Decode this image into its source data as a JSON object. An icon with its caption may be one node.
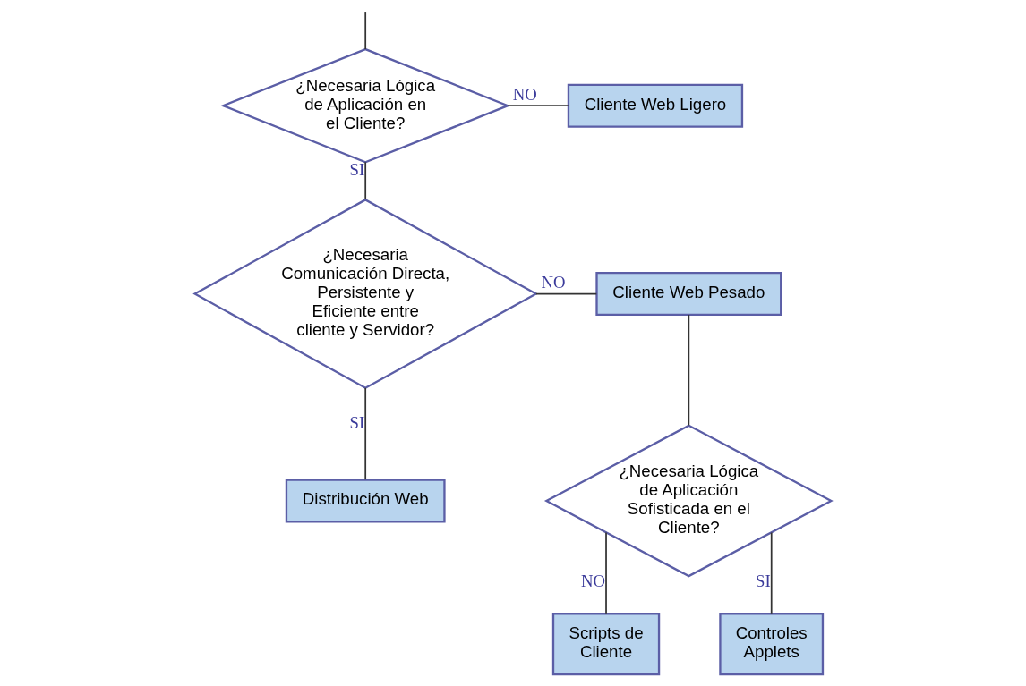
{
  "diagram": {
    "nodes": [
      {
        "text": [
          "¿Necesaria Lógica de Aplicación en el Cliente?"
        ]
      },
      {
        "text": [
          "Cliente Web Ligero"
        ]
      },
      {
        "text": [
          "¿Necesaria Comunicación Directa, Persistente y Eficiente entre cliente y Servidor?"
        ]
      },
      {
        "text": [
          "Cliente Web Pesado"
        ]
      },
      {
        "text": [
          "Distribución Web"
        ]
      },
      {
        "text": [
          "¿Necesaria Lógica de Aplicación Sofisticada en el Cliente?"
        ]
      },
      {
        "text": [
          "Scripts de Cliente"
        ]
      },
      {
        "text": [
          "Controles Applets"
        ]
      }
    ],
    "edges": [
      {
        "from": null,
        "to": 0,
        "arrow": "none"
      },
      {
        "from": 0,
        "to": 1,
        "arrow": "none",
        "label": "NO"
      },
      {
        "from": 0,
        "to": 2,
        "arrow": "none",
        "label": "SI"
      },
      {
        "from": 2,
        "to": 3,
        "arrow": "none",
        "label": "NO"
      },
      {
        "from": 2,
        "to": 4,
        "arrow": "none",
        "label": "SI"
      },
      {
        "from": 3,
        "to": 5,
        "arrow": "none"
      },
      {
        "from": 5,
        "to": 6,
        "arrow": "none",
        "label": "NO"
      },
      {
        "from": 5,
        "to": 7,
        "arrow": "none",
        "label": "SI"
      }
    ]
  }
}
